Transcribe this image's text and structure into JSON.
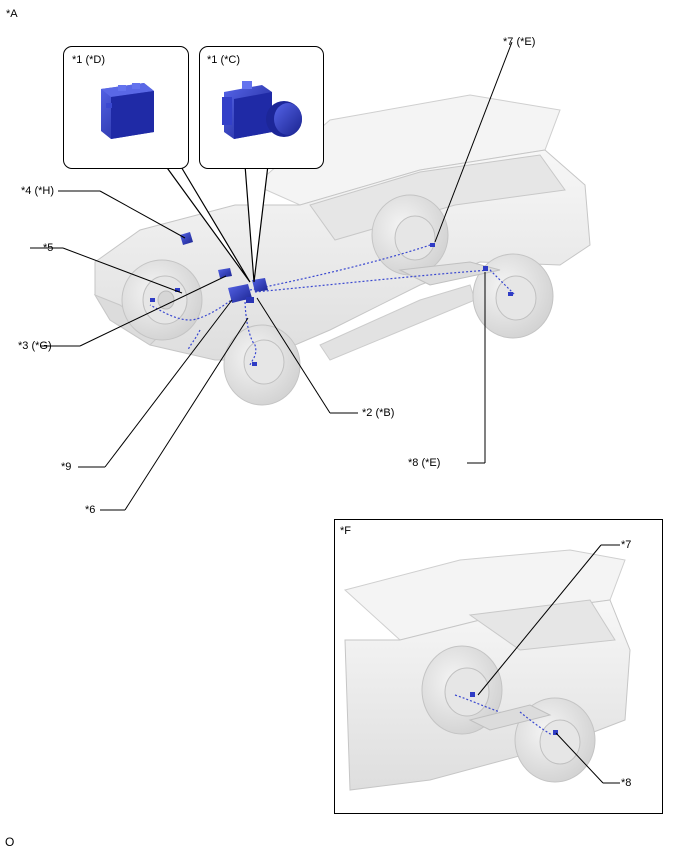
{
  "view_a": {
    "label": "*A",
    "callouts": [
      {
        "key": "abs_d",
        "text": "*1 (*D)"
      },
      {
        "key": "abs_c",
        "text": "*1 (*C)"
      },
      {
        "key": "c7e",
        "text": "*7 (*E)"
      },
      {
        "key": "c4h",
        "text": "*4 (*H)"
      },
      {
        "key": "c5",
        "text": "*5"
      },
      {
        "key": "c3g",
        "text": "*3 (*G)"
      },
      {
        "key": "c2b",
        "text": "*2 (*B)"
      },
      {
        "key": "c8e",
        "text": "*8 (*E)"
      },
      {
        "key": "c9",
        "text": "*9"
      },
      {
        "key": "c6",
        "text": "*6"
      }
    ]
  },
  "view_f": {
    "label": "*F",
    "callouts": [
      {
        "key": "f7",
        "text": "*7"
      },
      {
        "key": "f8",
        "text": "*8"
      }
    ]
  },
  "footer": {
    "code": "O"
  },
  "colors": {
    "part_blue": "#2330b8",
    "part_blue_light": "#4a5ae0",
    "car_body": "#efefef",
    "car_line": "#c8c8c8"
  }
}
